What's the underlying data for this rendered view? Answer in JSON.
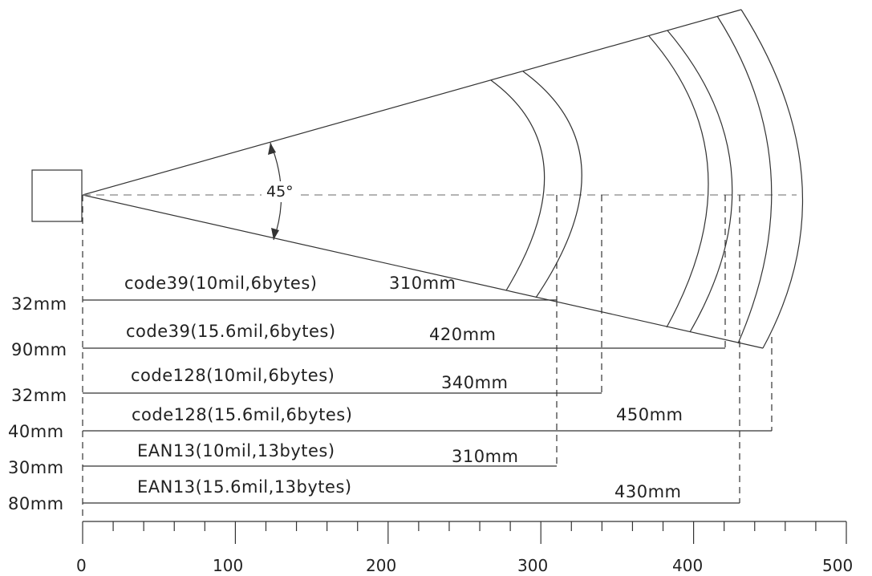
{
  "angle_label": "45°",
  "ranges": [
    {
      "name": "code39(10mil,6bytes)",
      "name_text": "code39(10mil,6bytes)",
      "max_text": "310mm",
      "min_text": "32mm",
      "min_mm": 32,
      "max_mm": 310
    },
    {
      "name": "code39(15.6mil,6bytes)",
      "name_text": "code39(15.6mil,6bytes)",
      "max_text": "420mm",
      "min_text": "90mm",
      "min_mm": 90,
      "max_mm": 420
    },
    {
      "name": "code128(10mil,6bytes)",
      "name_text": "code128(10mil,6bytes)",
      "max_text": "340mm",
      "min_text": "32mm",
      "min_mm": 32,
      "max_mm": 340
    },
    {
      "name": "code128(15.6mil,6bytes)",
      "name_text": "code128(15.6mil,6bytes)",
      "max_text": "450mm",
      "min_text": "40mm",
      "min_mm": 40,
      "max_mm": 450
    },
    {
      "name": "EAN13(10mil,13bytes)",
      "name_text": "EAN13(10mil,13bytes)",
      "max_text": "310mm",
      "min_text": "30mm",
      "min_mm": 30,
      "max_mm": 310
    },
    {
      "name": "EAN13(15.6mil,13bytes)",
      "name_text": "EAN13(15.6mil,13bytes)",
      "max_text": "430mm",
      "min_text": "80mm",
      "min_mm": 80,
      "max_mm": 430
    }
  ],
  "axis": {
    "ticks": [
      0,
      100,
      200,
      300,
      400,
      500
    ],
    "tick_labels": [
      "0",
      "100",
      "200",
      "300",
      "400",
      "500"
    ]
  }
}
